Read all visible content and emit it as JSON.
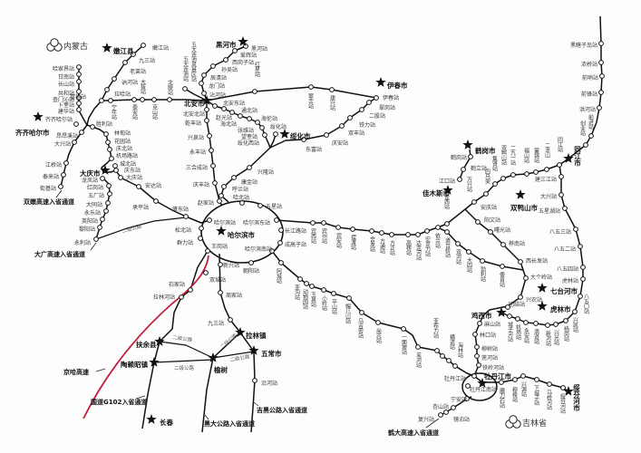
{
  "regions": [
    "内蒙古",
    "吉林省"
  ],
  "cities": [
    "嫩江县",
    "黑河市",
    "伊春市",
    "北安市",
    "绥化市",
    "齐齐哈尔市",
    "大庆市",
    "哈尔滨市",
    "鹤岗市",
    "佳木斯市",
    "双鸭山市",
    "同江市",
    "七台河市",
    "虎林市",
    "鸡西市",
    "牡丹江市",
    "绥芬河市",
    "拉林镇",
    "五常市",
    "扶余县",
    "陶赖昭镇",
    "榆树",
    "长春"
  ],
  "stations": [
    "嫩江站",
    "九三站",
    "老莱站",
    "讷河站",
    "拉哈站",
    "富裕站",
    "哈家界站",
    "甘南站",
    "长山站",
    "共和站",
    "查门沁站",
    "卜奎站",
    "建华站",
    "齐齐哈尔站",
    "昂昂溪站",
    "大兴站",
    "江桥站",
    "泰来站",
    "街基站",
    "胜利站",
    "林甸站",
    "花园站",
    "庆北站",
    "机场路站",
    "城北站",
    "庆东站",
    "大庆站",
    "安达站",
    "承平站",
    "肇东站",
    "松北站",
    "群力站",
    "龙凤站",
    "红岗站",
    "五厂站",
    "大同站",
    "永乐站",
    "英阳站",
    "黎阳站",
    "永利站",
    "宁年站",
    "泰安站",
    "大拔站",
    "克山站",
    "北联站",
    "北安北站",
    "乾丰站",
    "兴泉站",
    "永丰站",
    "三合成站",
    "庆丰站",
    "赵家站",
    "黑河站",
    "爱辉站",
    "西岗子站",
    "孙吴站",
    "辰清站",
    "龙门站",
    "沾河站",
    "五大连池风景区站",
    "五大连池站",
    "红星站",
    "翠峦站",
    "建兴站",
    "伊春站",
    "翠岗站",
    "二股站",
    "铁力站",
    "双丰站",
    "庆安站",
    "东富站",
    "绥化站",
    "北安东站",
    "通北站",
    "赵光站",
    "海北站",
    "海伦站",
    "张维站",
    "望奎站",
    "绥化西站",
    "兴隆站",
    "康金站",
    "呼兰站",
    "哈北站",
    "哈尔滨站",
    "哈尔滨东站",
    "五星站",
    "长江路站",
    "成高子站",
    "哈尔滨南站",
    "朝阳站",
    "王岗站",
    "新兴站",
    "双城站",
    "石家站",
    "拉林河站",
    "周家站",
    "九三站",
    "沿河站",
    "宾西站",
    "宾州站",
    "宾安站",
    "摆渡站",
    "舍发站",
    "方通站",
    "方正站",
    "高楞站",
    "达连河站",
    "宏克力站",
    "依兰站",
    "佳西站",
    "万兴站",
    "安庆站",
    "四马架",
    "集贤站",
    "双鸭山站",
    "二九一站",
    "福山站",
    "富锦站",
    "二龙山",
    "同江站",
    "江口站",
    "鹤立站",
    "鹤岗站",
    "黑瞎子岛站",
    "浓桥站",
    "前哨站",
    "前锋站",
    "洪河站",
    "前进站",
    "创业站",
    "建三江站",
    "大兴站",
    "五星湖站",
    "八五三站",
    "八五二站",
    "八五四站",
    "虎林站",
    "八五〇站",
    "兴凯站",
    "杨岗站",
    "兴光站",
    "新河站",
    "滴道站",
    "永安站",
    "机场站",
    "城子河站",
    "阳文站",
    "曙光站",
    "桦南站",
    "西长发站",
    "大个岭站",
    "兴农站",
    "团结站",
    "道台桥站",
    "双河站",
    "大四站",
    "勃利站",
    "倭肯站",
    "麻山站",
    "林口站",
    "柳树站",
    "莲河站",
    "铁岭河站",
    "牡丹江站",
    "阿城站",
    "亚沟站",
    "动物园站",
    "玉泉站",
    "小岭站",
    "平山站",
    "帽儿山站",
    "乌吉密站",
    "尚志站",
    "一面坡站",
    "苇河站",
    "亚布力站",
    "横道站",
    "海林站",
    "磨刀石站",
    "穆棱站",
    "兴源站",
    "下城子站",
    "马桥河站",
    "绥芬河站",
    "牡丹江南站",
    "宁安站",
    "杏山站",
    "镜泊站",
    "复兴站"
  ],
  "entry_labels": [
    "双嫩高速入省通道",
    "大广高速入省通道",
    "京哈高速",
    "国道G102入省通道",
    "黑大公路入省通道",
    "吉黑公路入省通道",
    "鹤大高速入省通道"
  ],
  "road_label": "二级公路",
  "colors": {
    "rail": "#111111",
    "expressway": "#c0203c",
    "background": "#fdfdfd"
  }
}
